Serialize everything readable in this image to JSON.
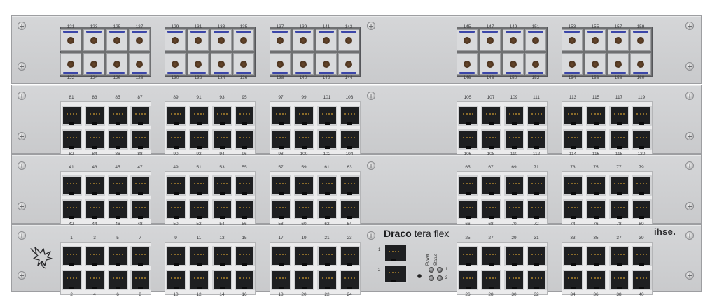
{
  "brand": {
    "name_bold": "Draco",
    "name_rest": " tera flex",
    "vendor": "ihse."
  },
  "status_panel": {
    "power_label": "Power",
    "status_label": "Status",
    "led1": "1",
    "led2": "2"
  },
  "net_ports": {
    "top_label": "1",
    "bottom_label": "2"
  },
  "fiber_top_labels": [
    "121",
    "123",
    "125",
    "127",
    "129",
    "131",
    "133",
    "135",
    "137",
    "139",
    "141",
    "143",
    "145",
    "147",
    "149",
    "151",
    "153",
    "155",
    "157",
    "159"
  ],
  "fiber_bottom_labels": [
    "122",
    "124",
    "126",
    "128",
    "130",
    "132",
    "134",
    "136",
    "138",
    "140",
    "142",
    "144",
    "146",
    "148",
    "150",
    "152",
    "154",
    "156",
    "158",
    "160"
  ],
  "rows": [
    {
      "top": [
        "81",
        "83",
        "85",
        "87",
        "89",
        "91",
        "93",
        "95",
        "97",
        "99",
        "101",
        "103",
        "105",
        "107",
        "109",
        "111",
        "113",
        "115",
        "117",
        "119"
      ],
      "bottom": [
        "82",
        "84",
        "86",
        "88",
        "90",
        "92",
        "94",
        "96",
        "98",
        "100",
        "102",
        "104",
        "106",
        "108",
        "110",
        "112",
        "114",
        "116",
        "118",
        "120"
      ]
    },
    {
      "top": [
        "41",
        "43",
        "45",
        "47",
        "49",
        "51",
        "53",
        "55",
        "57",
        "59",
        "61",
        "63",
        "65",
        "67",
        "69",
        "71",
        "73",
        "75",
        "77",
        "79"
      ],
      "bottom": [
        "42",
        "44",
        "46",
        "48",
        "50",
        "52",
        "54",
        "56",
        "58",
        "60",
        "62",
        "64",
        "66",
        "68",
        "70",
        "72",
        "74",
        "76",
        "78",
        "80"
      ]
    },
    {
      "top": [
        "1",
        "3",
        "5",
        "7",
        "9",
        "11",
        "13",
        "15",
        "17",
        "19",
        "21",
        "23",
        "25",
        "27",
        "29",
        "31",
        "33",
        "35",
        "37",
        "39"
      ],
      "bottom": [
        "2",
        "4",
        "6",
        "8",
        "10",
        "12",
        "14",
        "16",
        "18",
        "20",
        "22",
        "24",
        "26",
        "28",
        "30",
        "32",
        "34",
        "36",
        "38",
        "40"
      ]
    }
  ]
}
